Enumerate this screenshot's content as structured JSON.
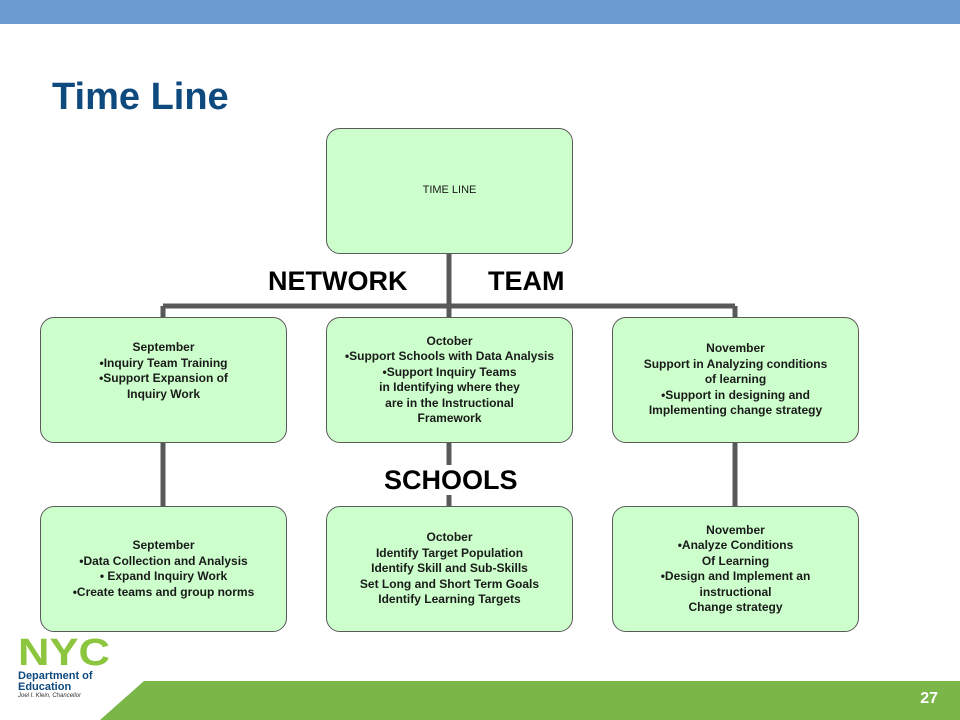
{
  "slide": {
    "title": "Time Line",
    "page_number": "27"
  },
  "diagram": {
    "root": {
      "lines": [
        "TIME LINE"
      ]
    },
    "labels": {
      "network": "NETWORK",
      "team": "TEAM",
      "schools": "SCHOOLS"
    },
    "network_boxes": [
      {
        "lines": [
          "September",
          "•Inquiry Team Training",
          "•Support Expansion of",
          "Inquiry Work"
        ]
      },
      {
        "lines": [
          "October",
          "•Support Schools with Data Analysis",
          "•Support Inquiry Teams",
          "in Identifying where they",
          "are in the Instructional",
          "Framework"
        ]
      },
      {
        "lines": [
          "November",
          "Support in Analyzing conditions",
          "of learning",
          "•Support in designing and",
          "Implementing change strategy"
        ]
      }
    ],
    "school_boxes": [
      {
        "lines": [
          "September",
          "•Data Collection and Analysis",
          "• Expand Inquiry Work",
          "•Create teams and group norms"
        ]
      },
      {
        "lines": [
          "October",
          "Identify Target Population",
          "Identify Skill and Sub-Skills",
          "Set Long and Short Term Goals",
          "Identify Learning Targets"
        ]
      },
      {
        "lines": [
          "November",
          "•Analyze Conditions",
          "Of Learning",
          "•Design and Implement an",
          "instructional",
          "Change strategy"
        ]
      }
    ]
  },
  "logo": {
    "mark": "NYC",
    "department_line1": "Department of",
    "department_line2": "Education",
    "chancellor": "Joel I. Klein, Chancellor"
  },
  "colors": {
    "top_bar": "#6b9bd0",
    "title": "#0e4a7e",
    "box_fill": "#ccffcc",
    "connector": "#595959",
    "footer_green": "#7ab648"
  }
}
